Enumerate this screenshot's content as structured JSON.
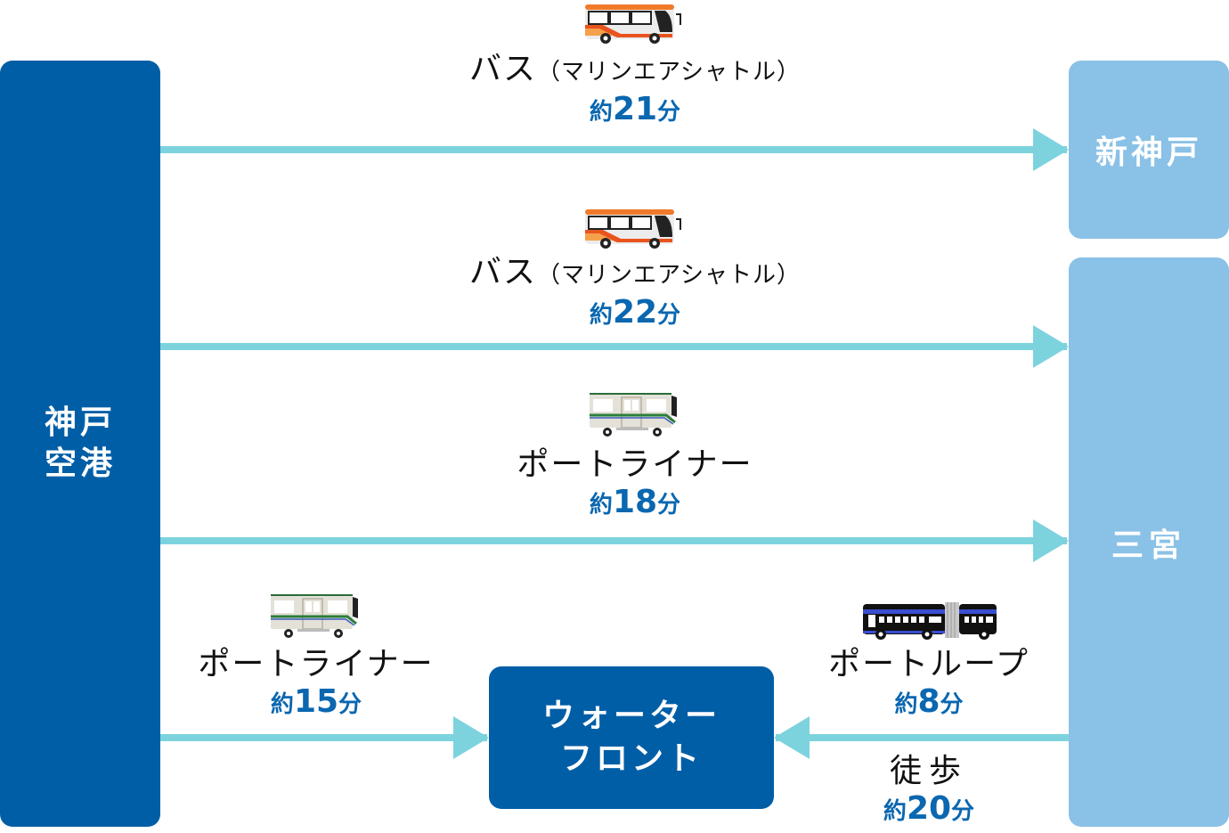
{
  "title": "神戸空港からのアクセス",
  "nodes": {
    "airport": "神戸\n空港",
    "airport_line1": "神戸",
    "airport_line2": "空港",
    "shinkobe": "新神戸",
    "sannomiya": "三宮",
    "waterfront_line1": "ウォーター",
    "waterfront_line2": "フロント"
  },
  "routes": [
    {
      "from": "神戸空港",
      "to": "新神戸",
      "mode": "バス",
      "mode_detail": "（マリンエアシャトル）",
      "icon": "highway-bus-icon",
      "time_prefix": "約",
      "minutes": "21",
      "time_suffix": "分"
    },
    {
      "from": "神戸空港",
      "to": "三宮",
      "mode": "バス",
      "mode_detail": "（マリンエアシャトル）",
      "icon": "highway-bus-icon",
      "time_prefix": "約",
      "minutes": "22",
      "time_suffix": "分"
    },
    {
      "from": "神戸空港",
      "to": "三宮",
      "mode": "ポートライナー",
      "mode_detail": "",
      "icon": "port-liner-train-icon",
      "time_prefix": "約",
      "minutes": "18",
      "time_suffix": "分"
    },
    {
      "from": "神戸空港",
      "to": "ウォーターフロント",
      "mode": "ポートライナー",
      "mode_detail": "",
      "icon": "port-liner-train-icon",
      "time_prefix": "約",
      "minutes": "15",
      "time_suffix": "分"
    },
    {
      "from": "三宮",
      "to": "ウォーターフロント",
      "mode": "ポートループ",
      "mode_detail": "",
      "icon": "articulated-bus-icon",
      "time_prefix": "約",
      "minutes": "8",
      "time_suffix": "分"
    },
    {
      "from": "三宮",
      "to": "ウォーターフロント",
      "mode": "徒歩",
      "mode_detail": "",
      "icon": "",
      "time_prefix": "約",
      "minutes": "20",
      "time_suffix": "分"
    }
  ],
  "colors": {
    "dark_blue": "#005ea6",
    "light_blue": "#8ac1e6",
    "arrow": "#7dd3dd",
    "time_text": "#0a67b0"
  }
}
